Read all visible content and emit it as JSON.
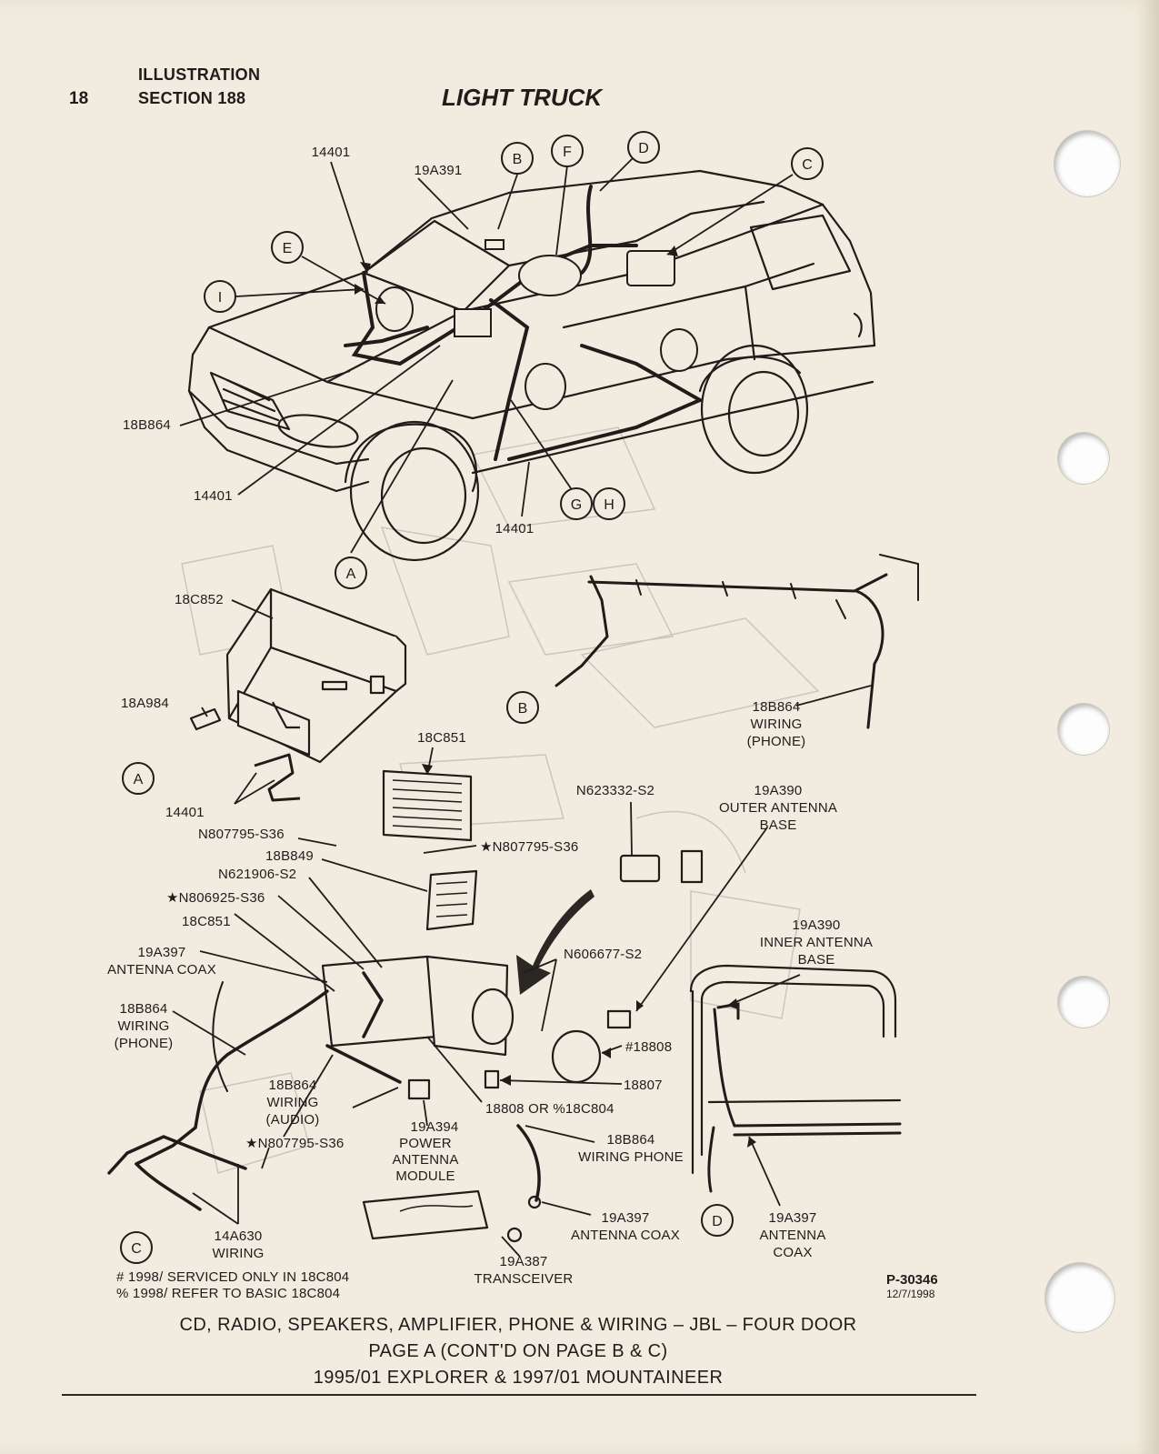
{
  "header": {
    "page_number": "18",
    "label_line1": "ILLUSTRATION",
    "label_line2": "SECTION 188",
    "title": "LIGHT TRUCK"
  },
  "callout_letters": {
    "a": "A",
    "b": "B",
    "c": "C",
    "d": "D",
    "e": "E",
    "f": "F",
    "g": "G",
    "h": "H",
    "i": "I"
  },
  "labels": {
    "l_14401_top": "14401",
    "l_19a391": "19A391",
    "l_18b864_left": "18B864",
    "l_14401_left": "14401",
    "l_14401_bottom": "14401",
    "l_18c852": "18C852",
    "l_18a984": "18A984",
    "l_14401_a": "14401",
    "l_18b864_phone_b": [
      "18B864",
      "WIRING",
      "(PHONE)"
    ],
    "l_18c851_top": "18C851",
    "l_n623332": "N623332-S2",
    "l_19a390_outer": [
      "19A390",
      "OUTER ANTENNA",
      "BASE"
    ],
    "l_n807795_1": "N807795-S36",
    "l_n807795_star": "★N807795-S36",
    "l_18b849": "18B849",
    "l_n621906": "N621906-S2",
    "l_n806925": "★N806925-S36",
    "l_18c851_mid": "18C851",
    "l_19a397_coax_left": [
      "19A397",
      "ANTENNA COAX"
    ],
    "l_n606677": "N606677-S2",
    "l_19a390_inner": [
      "19A390",
      "INNER ANTENNA",
      "BASE"
    ],
    "l_18b864_phone_c": [
      "18B864",
      "WIRING",
      "(PHONE)"
    ],
    "l_18808_hash": "#18808",
    "l_18807": "18807",
    "l_18b864_audio": [
      "18B864",
      "WIRING",
      "(AUDIO)"
    ],
    "l_n807795_star2": "★N807795-S36",
    "l_18808_or": "18808 OR %18C804",
    "l_19a394": [
      "19A394",
      "POWER",
      "ANTENNA",
      "MODULE"
    ],
    "l_18b864_wiring_phone": [
      "18B864",
      "WIRING PHONE"
    ],
    "l_19a397_coax_mid": [
      "19A397",
      "ANTENNA COAX"
    ],
    "l_19a397_coax_right": [
      "19A397",
      "ANTENNA",
      "COAX"
    ],
    "l_14a630": [
      "14A630",
      "WIRING"
    ],
    "l_19a387": [
      "19A387",
      "TRANSCEIVER"
    ]
  },
  "footnotes": {
    "hash": "# 1998/ SERVICED ONLY IN 18C804",
    "percent": "% 1998/ REFER TO BASIC 18C804"
  },
  "part_number": "P-30346",
  "part_date": "12/7/1998",
  "caption": {
    "line1": "CD, RADIO, SPEAKERS, AMPLIFIER, PHONE & WIRING – JBL – FOUR DOOR",
    "line2": "PAGE A (CONT'D ON PAGE B & C)",
    "line3": "1995/01 EXPLORER & 1997/01 MOUNTAINEER"
  }
}
